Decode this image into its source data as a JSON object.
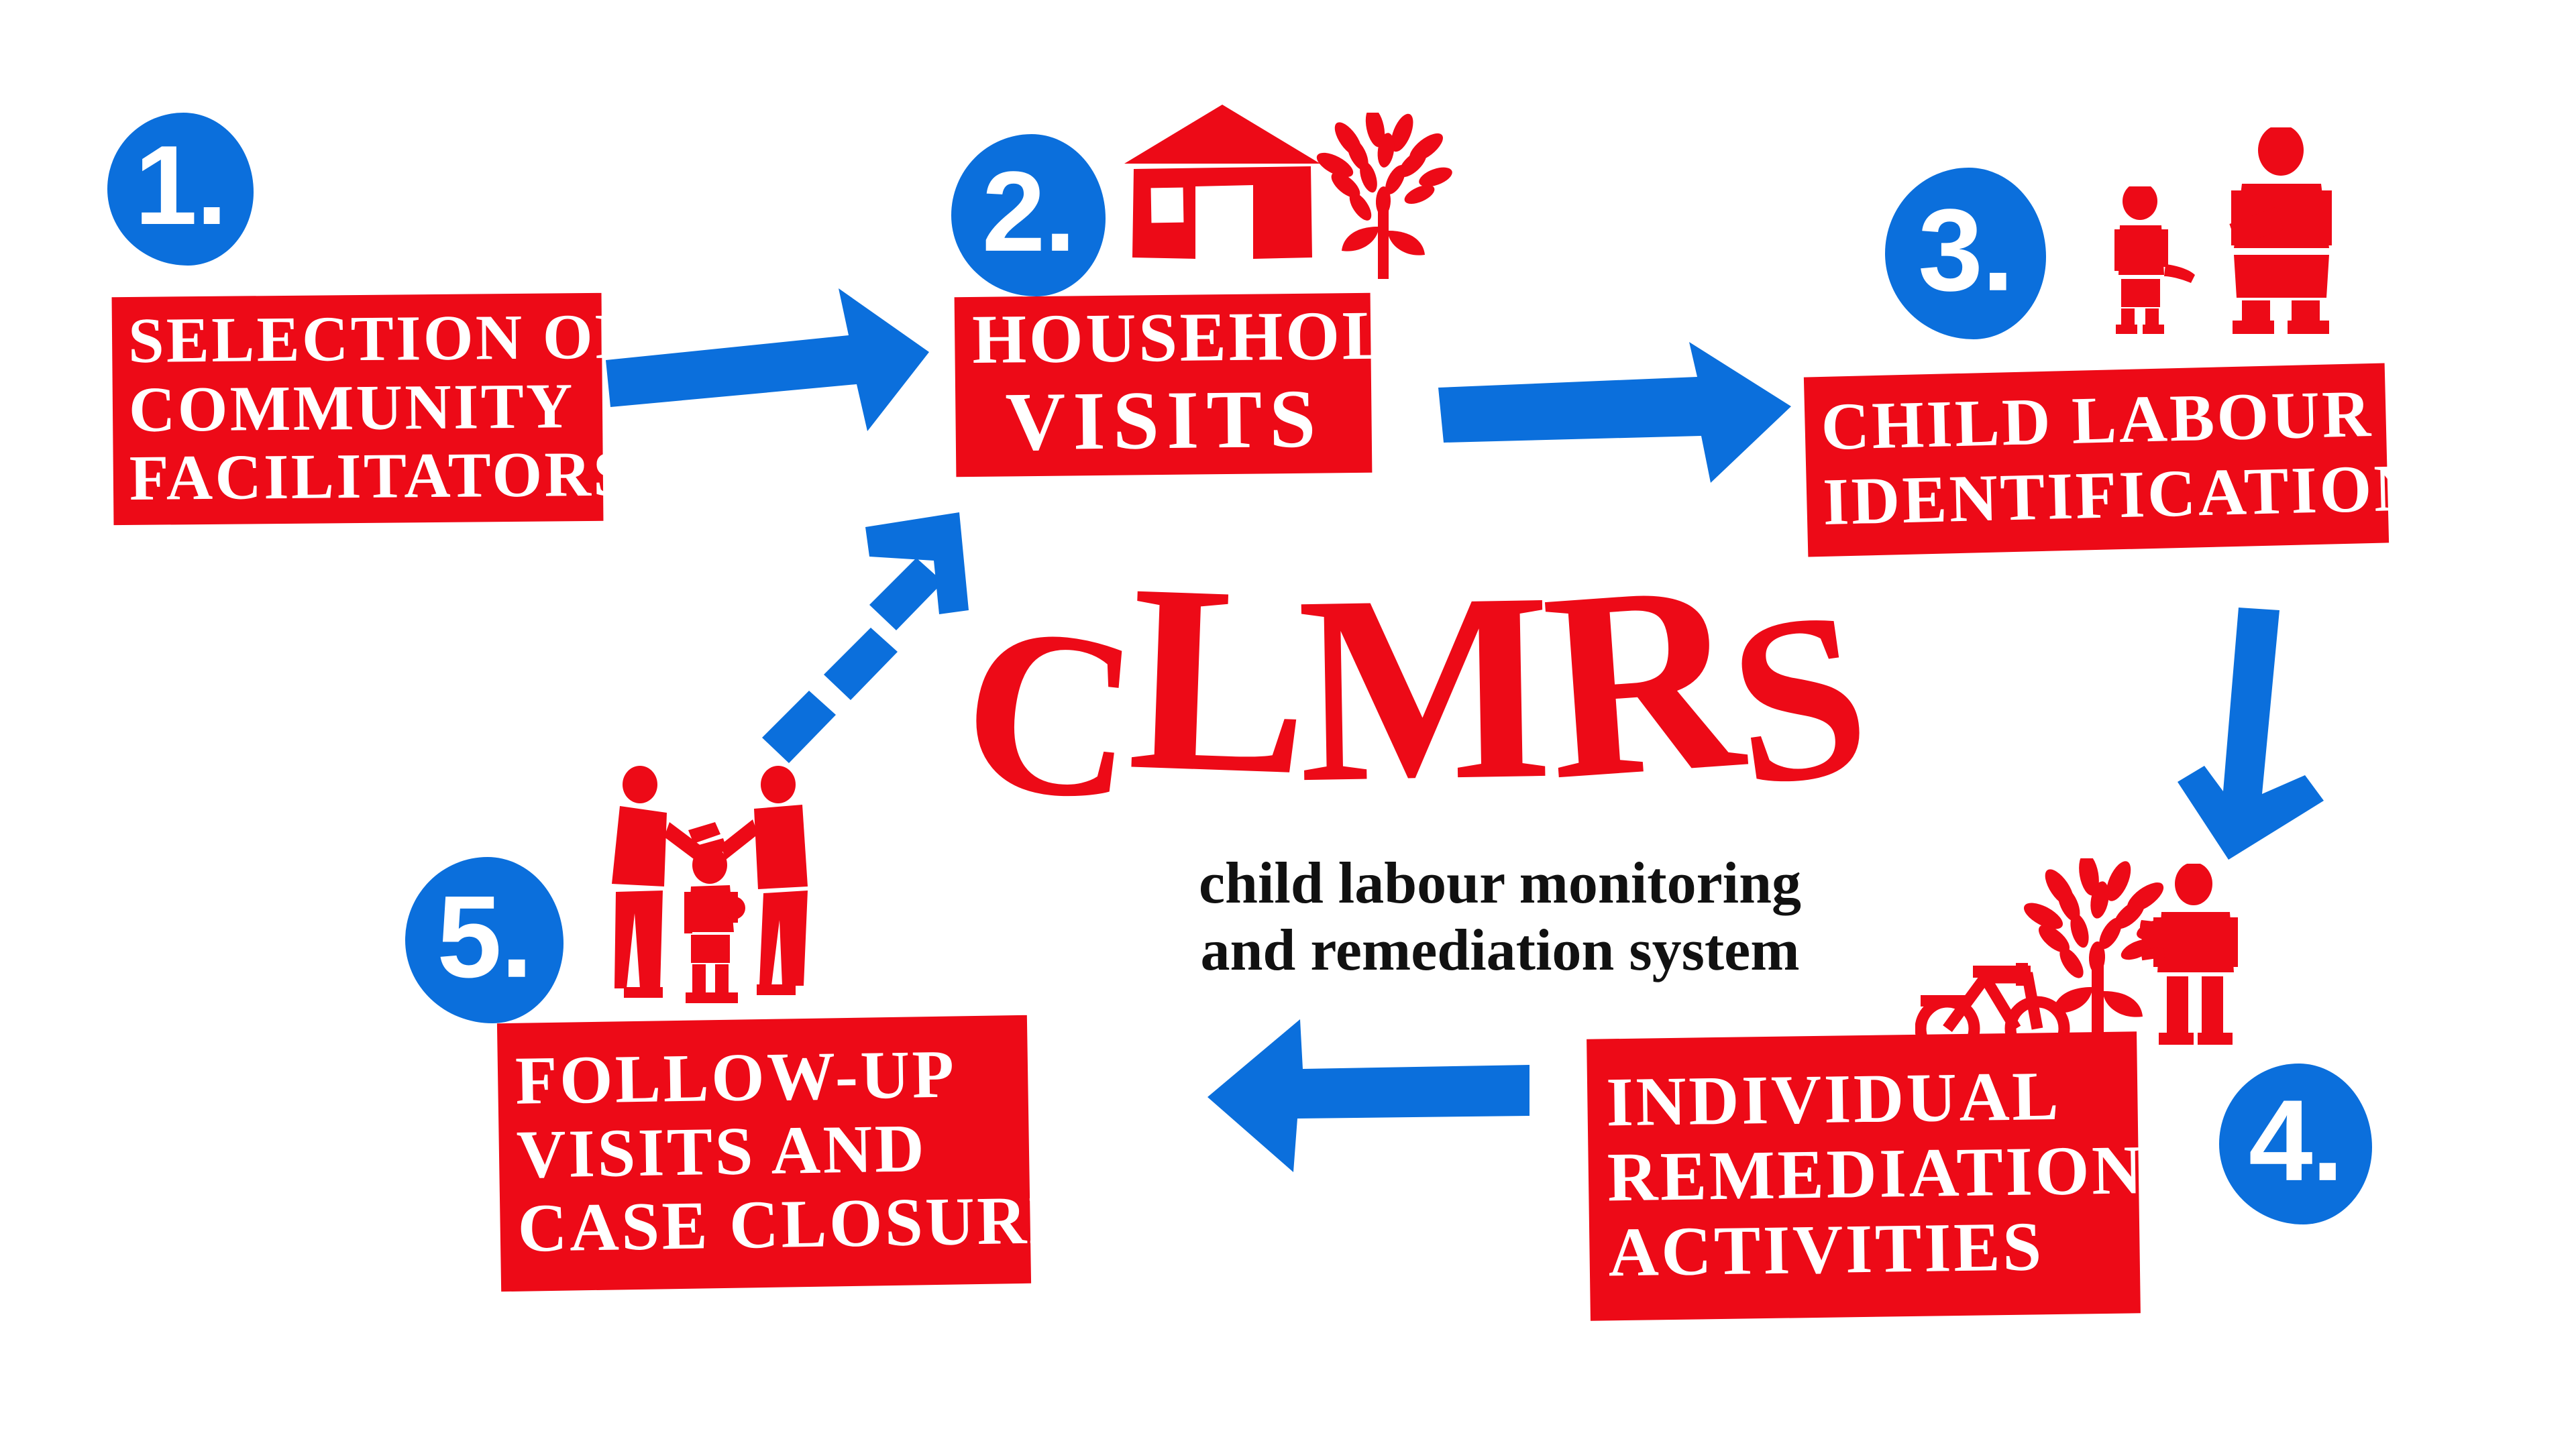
{
  "meta": {
    "title": "CLMRS child labour monitoring and remediation system cycle",
    "background": "#FFFFFF",
    "red": "#ED0A17",
    "blue": "#0B6FDC",
    "black": "#111111"
  },
  "wordmark": {
    "text": "CLMRS",
    "letters": [
      "C",
      "L",
      "M",
      "R",
      "S"
    ],
    "color": "#ED0A17"
  },
  "subtitle": {
    "line1": "child labour monitoring",
    "line2": "and remediation system",
    "color": "#111111"
  },
  "steps": [
    {
      "number": "1.",
      "badge_color": "#0B6FDC",
      "plate_color": "#ED0A17",
      "lines": [
        "SELECTION OF",
        "COMMUNITY",
        "FACILITATORS"
      ],
      "icons": []
    },
    {
      "number": "2.",
      "badge_color": "#0B6FDC",
      "plate_color": "#ED0A17",
      "lines": [
        "HOUSEHOLD",
        "VISITS"
      ],
      "icons": [
        "house-icon",
        "plant-icon"
      ]
    },
    {
      "number": "3.",
      "badge_color": "#0B6FDC",
      "plate_color": "#ED0A17",
      "lines": [
        "CHILD LABOUR",
        "IDENTIFICATION"
      ],
      "icons": [
        "child-figure-icon",
        "adult-figure-icon"
      ]
    },
    {
      "number": "4.",
      "badge_color": "#0B6FDC",
      "plate_color": "#ED0A17",
      "lines": [
        "INDIVIDUAL",
        "REMEDIATION",
        "ACTIVITIES"
      ],
      "icons": [
        "bicycle-icon",
        "plant-icon",
        "adult-figure-icon"
      ]
    },
    {
      "number": "5.",
      "badge_color": "#0B6FDC",
      "plate_color": "#ED0A17",
      "lines": [
        "FOLLOW-UP",
        "VISITS AND",
        "CASE CLOSURE"
      ],
      "icons": [
        "handshake-family-icon"
      ]
    }
  ],
  "arrows": [
    {
      "name": "arrow-step1-to-step2",
      "direction": "right",
      "style": "solid",
      "color": "#0B6FDC"
    },
    {
      "name": "arrow-step2-to-step3",
      "direction": "right",
      "style": "solid",
      "color": "#0B6FDC"
    },
    {
      "name": "arrow-step3-to-step4",
      "direction": "down",
      "style": "solid",
      "color": "#0B6FDC"
    },
    {
      "name": "arrow-step4-to-step5",
      "direction": "left",
      "style": "solid",
      "color": "#0B6FDC"
    },
    {
      "name": "arrow-step5-to-step2",
      "direction": "up-right",
      "style": "dashed",
      "color": "#0B6FDC"
    }
  ]
}
